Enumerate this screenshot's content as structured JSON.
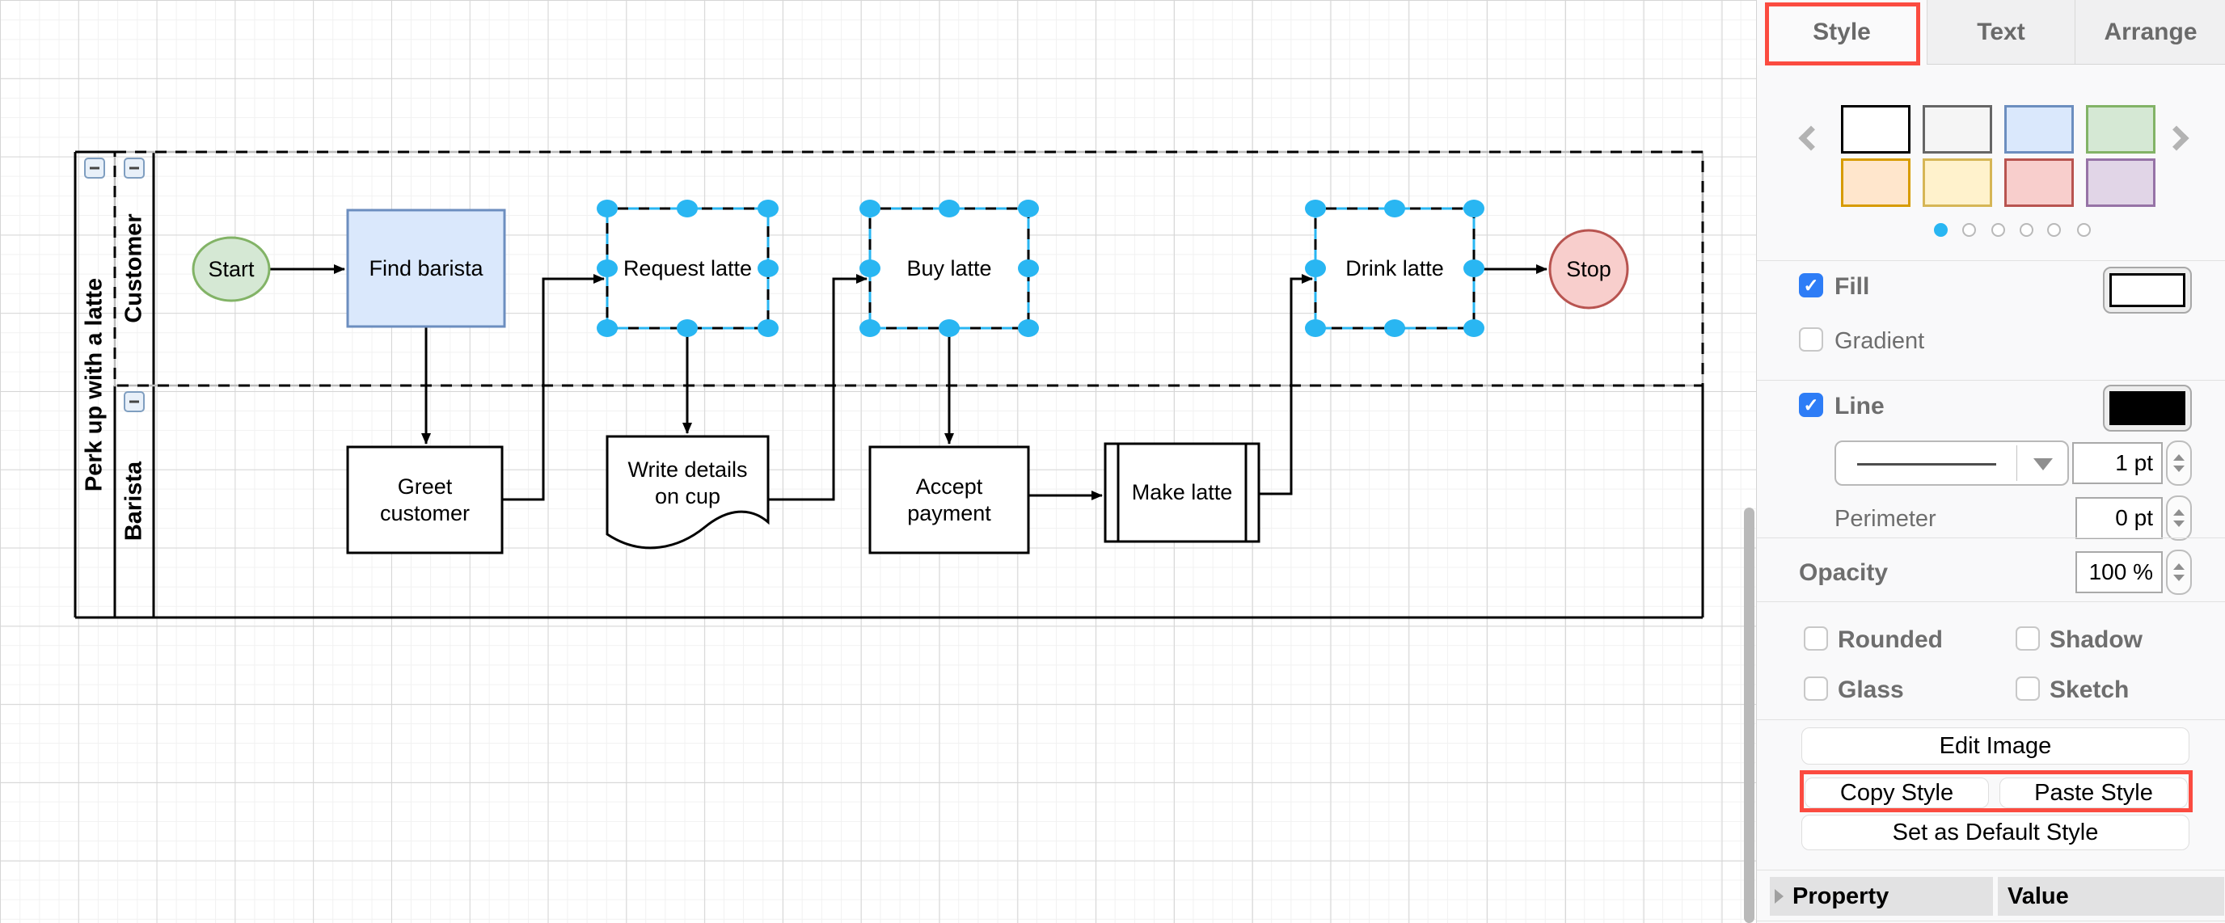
{
  "canvas": {
    "pool": {
      "title": "Perk up with a latte"
    },
    "lanes": [
      {
        "label": "Customer"
      },
      {
        "label": "Barista"
      }
    ],
    "nodes": [
      {
        "id": "start",
        "label": "Start",
        "shape": "ellipse",
        "fill": "#D5E8D4",
        "stroke": "#82B366",
        "selected": false
      },
      {
        "id": "find-barista",
        "label": "Find barista",
        "shape": "rect",
        "fill": "#DAE8FC",
        "stroke": "#6C8EBF",
        "selected": false
      },
      {
        "id": "request-latte",
        "label": "Request latte",
        "shape": "rect",
        "fill": "#FFFFFF",
        "stroke": "#000000",
        "selected": true
      },
      {
        "id": "buy-latte",
        "label": "Buy latte",
        "shape": "rect",
        "fill": "#FFFFFF",
        "stroke": "#000000",
        "selected": true
      },
      {
        "id": "drink-latte",
        "label": "Drink latte",
        "shape": "rect",
        "fill": "#FFFFFF",
        "stroke": "#000000",
        "selected": true
      },
      {
        "id": "stop",
        "label": "Stop",
        "shape": "ellipse",
        "fill": "#F8CECC",
        "stroke": "#B85450",
        "selected": false
      },
      {
        "id": "greet-customer",
        "label": "Greet customer",
        "shape": "rect",
        "fill": "#FFFFFF",
        "stroke": "#000000",
        "selected": false
      },
      {
        "id": "write-details",
        "label": "Write details on cup",
        "shape": "document",
        "fill": "#FFFFFF",
        "stroke": "#000000",
        "selected": false
      },
      {
        "id": "accept-payment",
        "label": "Accept payment",
        "shape": "rect",
        "fill": "#FFFFFF",
        "stroke": "#000000",
        "selected": false
      },
      {
        "id": "make-latte",
        "label": "Make latte",
        "shape": "process",
        "fill": "#FFFFFF",
        "stroke": "#000000",
        "selected": false
      }
    ],
    "selection_handle_color": "#29B6F2"
  },
  "panel": {
    "tabs": [
      {
        "label": "Style",
        "active": true,
        "annotated": true
      },
      {
        "label": "Text",
        "active": false,
        "annotated": false
      },
      {
        "label": "Arrange",
        "active": false,
        "annotated": false
      }
    ],
    "swatches": [
      {
        "fill": "#FFFFFF",
        "stroke": "#000000"
      },
      {
        "fill": "#F5F5F5",
        "stroke": "#666666"
      },
      {
        "fill": "#DAE8FC",
        "stroke": "#6C8EBF"
      },
      {
        "fill": "#D5E8D4",
        "stroke": "#82B366"
      },
      {
        "fill": "#FFE6CC",
        "stroke": "#D79B00"
      },
      {
        "fill": "#FFF2CC",
        "stroke": "#D6B656"
      },
      {
        "fill": "#F8CECC",
        "stroke": "#B85450"
      },
      {
        "fill": "#E1D5E7",
        "stroke": "#9673A6"
      }
    ],
    "pagination": {
      "pages": 6,
      "active_index": 0,
      "active_color": "#29B6F2"
    },
    "fill": {
      "label": "Fill",
      "checked": true,
      "preview_color": "#FFFFFF"
    },
    "gradient": {
      "label": "Gradient",
      "checked": false
    },
    "line": {
      "label": "Line",
      "checked": true,
      "preview_color": "#000000",
      "width_value": "1 pt"
    },
    "perimeter": {
      "label": "Perimeter",
      "value": "0 pt"
    },
    "opacity": {
      "label": "Opacity",
      "value": "100 %"
    },
    "toggles": [
      {
        "label": "Rounded",
        "checked": false
      },
      {
        "label": "Shadow",
        "checked": false
      },
      {
        "label": "Glass",
        "checked": false
      },
      {
        "label": "Sketch",
        "checked": false
      }
    ],
    "buttons": {
      "edit_image": "Edit Image",
      "copy_style": "Copy Style",
      "paste_style": "Paste Style",
      "set_default": "Set as Default Style"
    },
    "grid_header": {
      "property": "Property",
      "value": "Value"
    },
    "annotation_color": "#FB4B40"
  }
}
